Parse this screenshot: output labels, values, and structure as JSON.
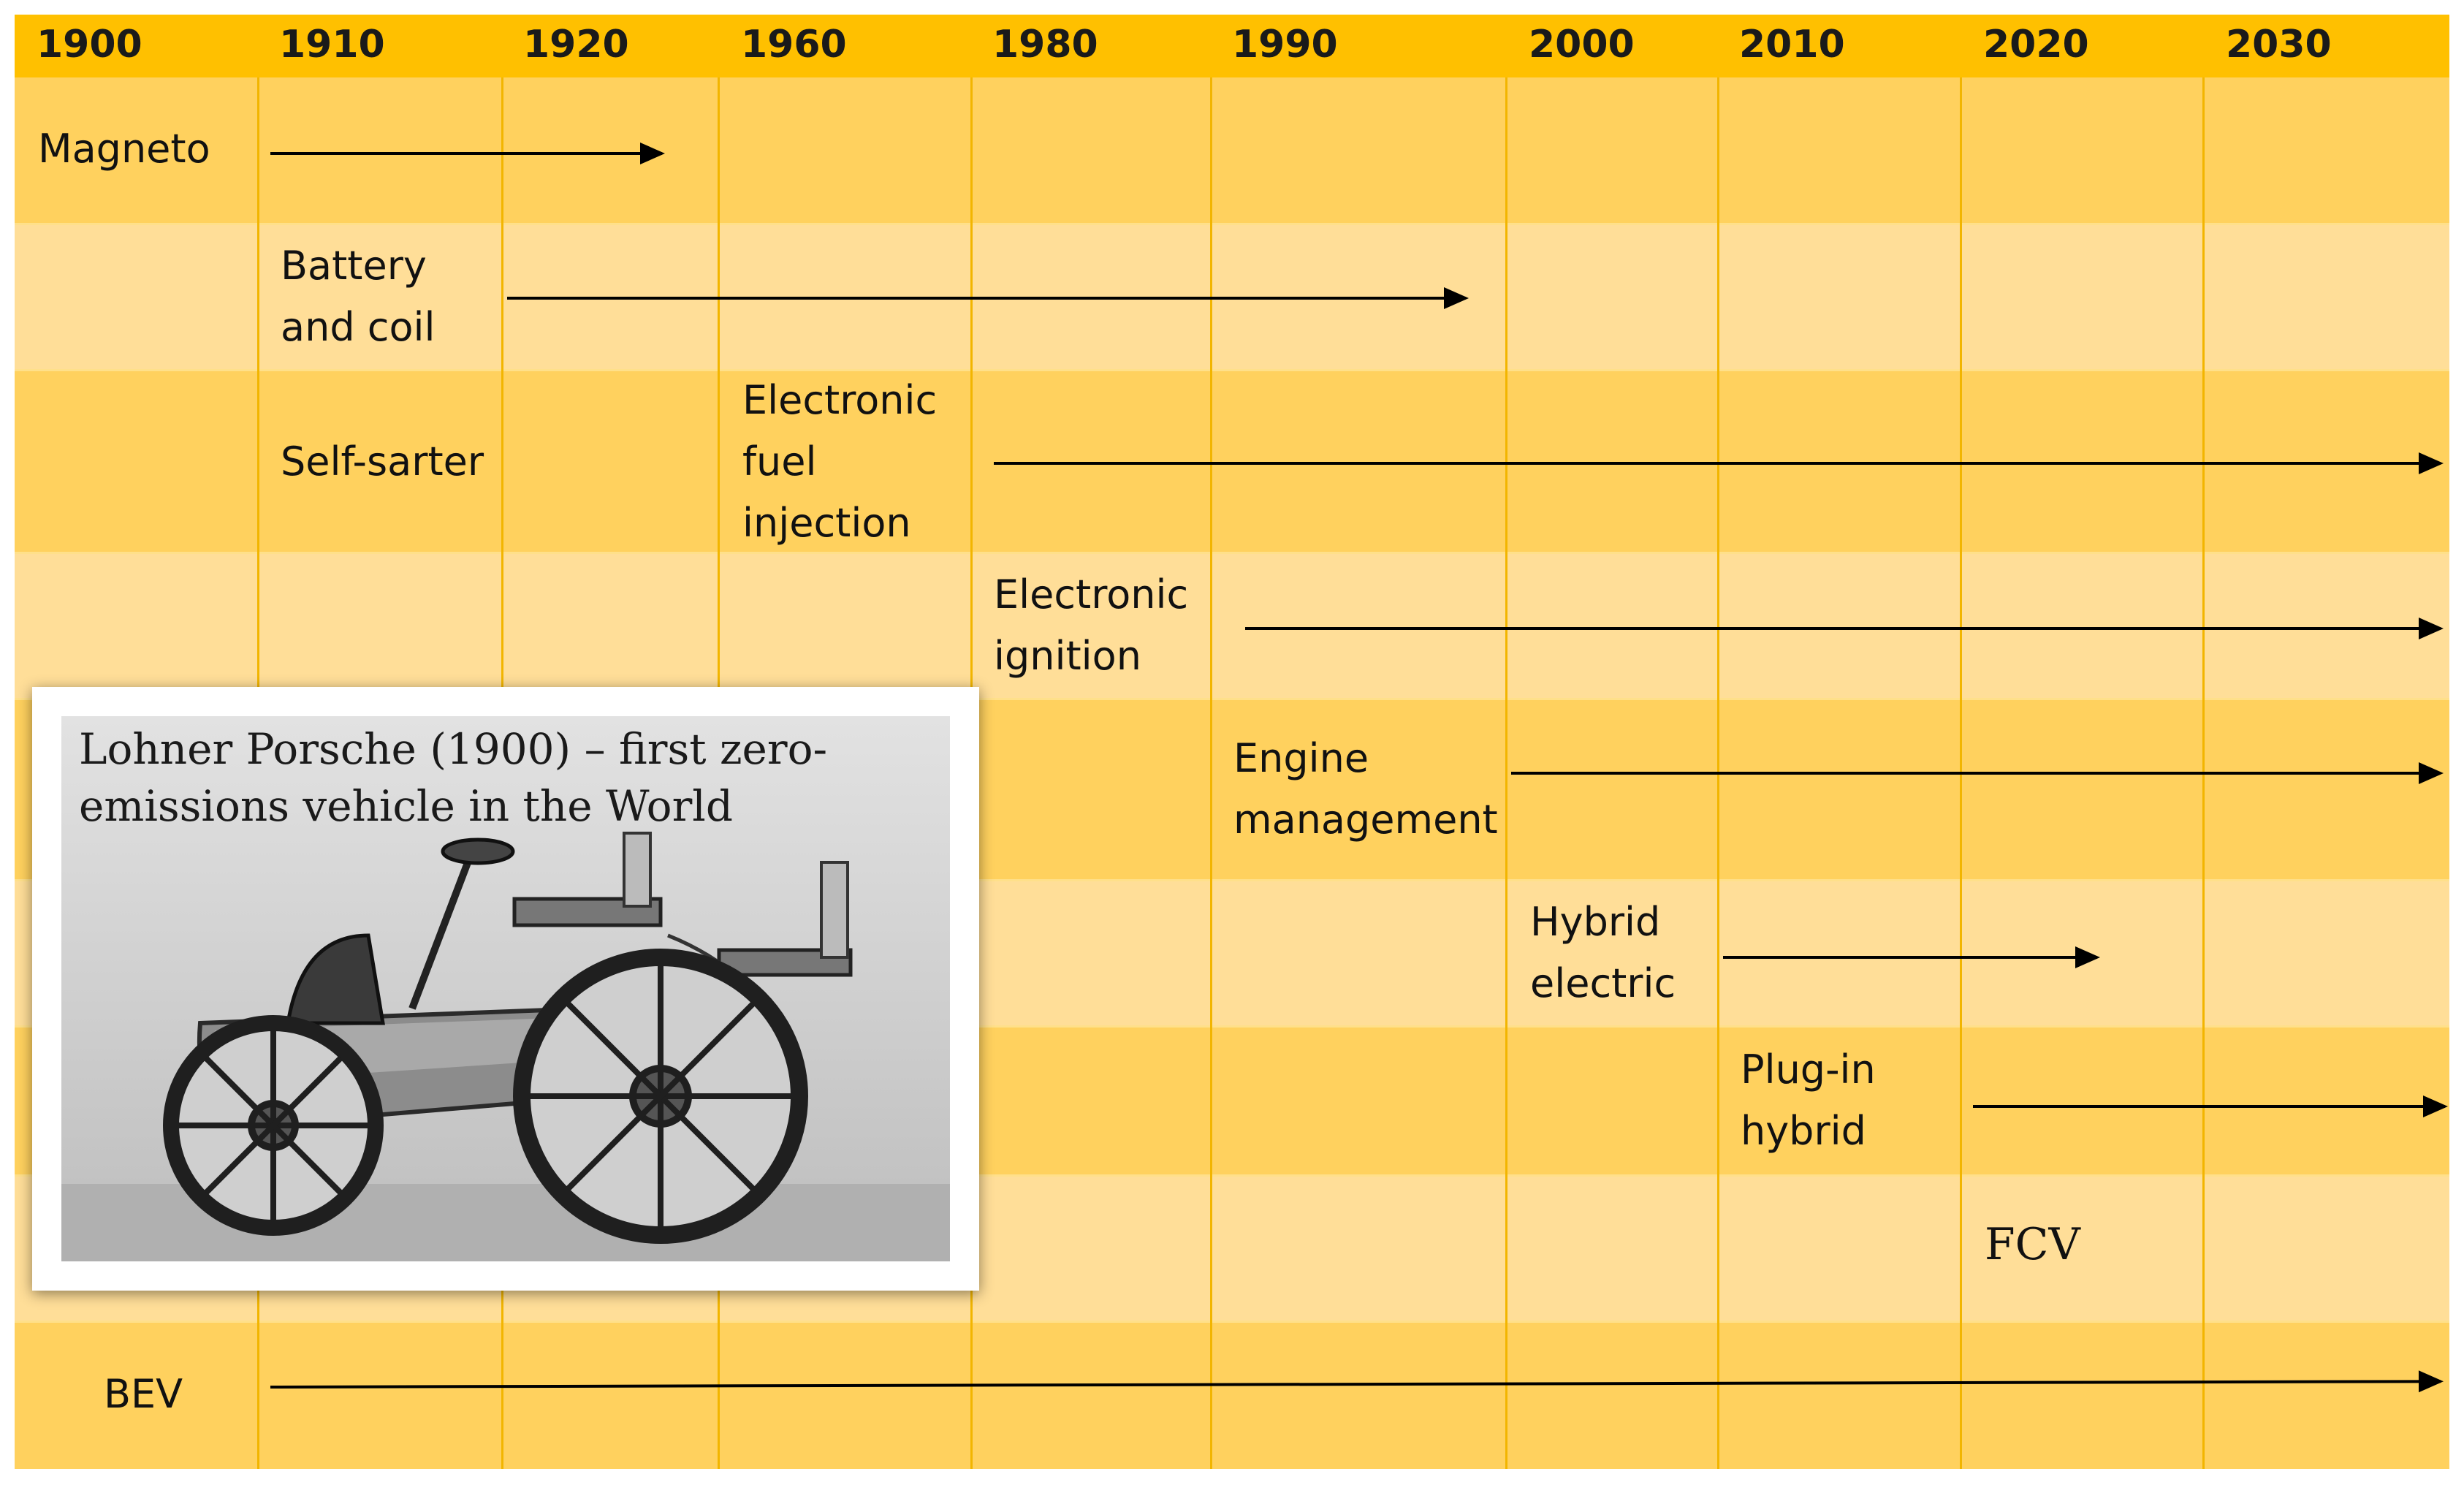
{
  "timeline": {
    "years": [
      "1900",
      "1910",
      "1920",
      "1960",
      "1980",
      "1990",
      "2000",
      "2010",
      "2020",
      "2030"
    ],
    "rows": [
      {
        "label": "Magneto"
      },
      {
        "label": "Battery\nand coil"
      },
      {
        "label": "Self-sarter",
        "label2": "Electronic\nfuel\ninjection"
      },
      {
        "label": "Electronic\nignition"
      },
      {
        "label": "Engine\nmanagement"
      },
      {
        "label": "Hybrid\nelectric"
      },
      {
        "label": "Plug-in\nhybrid"
      },
      {
        "label": "FCV"
      },
      {
        "label": "BEV"
      }
    ]
  },
  "photo": {
    "caption": "Lohner Porsche (1900) – first zero-emissions vehicle in the World"
  },
  "colors": {
    "header": "#FFC000",
    "row_dark": "#FFD15E",
    "row_light": "#FFDE98",
    "arrow": "#000000"
  }
}
